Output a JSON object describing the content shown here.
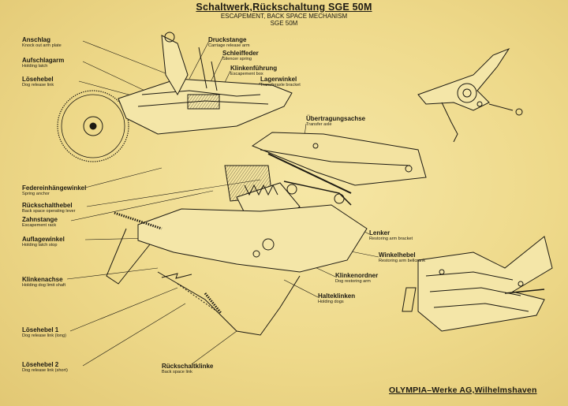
{
  "header": {
    "title": "Schaltwerk,Rückschaltung SGE 50M",
    "subtitle": "ESCAPEMENT, BACK SPACE MECHANISM",
    "subtitle_model": "SGE 50M"
  },
  "labels": {
    "anschlag": {
      "de": "Anschlag",
      "en": "Knock out arm plate"
    },
    "aufschlagarm": {
      "de": "Aufschlagarm",
      "en": "Holding latch"
    },
    "loesehebel": {
      "de": "Lösehebel",
      "en": "Dog release link"
    },
    "druckstange": {
      "de": "Druckstange",
      "en": "Carriage release arm"
    },
    "schleiffeder": {
      "de": "Schleiffeder",
      "en": "Silencer spring"
    },
    "klinkenfuehrung": {
      "de": "Klinkenführung",
      "en": "Escapement box"
    },
    "lagerwinkel": {
      "de": "Lagerwinkel",
      "en": "Transferaxle bracket"
    },
    "uebertragungsachse": {
      "de": "Übertragungsachse",
      "en": "Transfer axle"
    },
    "federeinhaengewinkel": {
      "de": "Federeinhängewinkel",
      "en": "Spring anchor"
    },
    "rueckschalthebel": {
      "de": "Rückschalthebel",
      "en": "Back space operating lever"
    },
    "zahnstange": {
      "de": "Zahnstange",
      "en": "Escapement rack"
    },
    "auflagewinkel": {
      "de": "Auflagewinkel",
      "en": "Holding latch stop"
    },
    "klinkenachse": {
      "de": "Klinkenachse",
      "en": "Holding dog limit shaft"
    },
    "lenker": {
      "de": "Lenker",
      "en": "Restoring arm bracket"
    },
    "winkelhebel": {
      "de": "Winkelhebel",
      "en": "Restoring arm bellcrank"
    },
    "klinkenordner": {
      "de": "Klinkenordner",
      "en": "Dog restoring arm"
    },
    "halteklinken": {
      "de": "Halteklinken",
      "en": "Holding dogs"
    },
    "loesehebel1": {
      "de": "Lösehebel 1",
      "en": "Dog release link (long)"
    },
    "loesehebel2": {
      "de": "Lösehebel 2",
      "en": "Dog release link (short)"
    },
    "rueckschaltklinke": {
      "de": "Rückschaltklinke",
      "en": "Back space link"
    }
  },
  "footer": {
    "publisher": "OLYMPIA–Werke AG,Wilhelmshaven"
  },
  "colors": {
    "paper": "#f1de95",
    "ink": "#1d1a12"
  }
}
